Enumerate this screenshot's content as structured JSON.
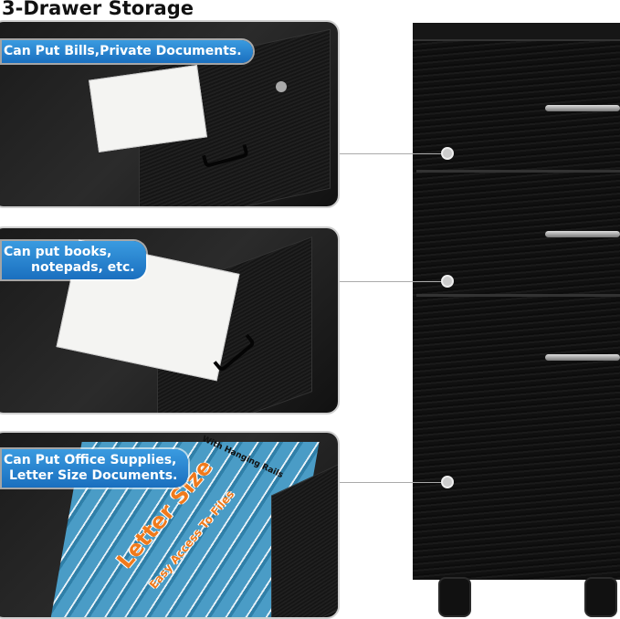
{
  "title": "3-Drawer Storage",
  "panels": [
    {
      "callout": "Can Put Bills,Private Documents."
    },
    {
      "callout_line1": "Can put books,",
      "callout_line2": "notepads, etc."
    },
    {
      "callout_line1": "Can Put Office Supplies,",
      "callout_line2": "Letter Size Documents.",
      "rails_label": "With Hanging Rails",
      "size_label": "Letter Size",
      "access_label": "Easy Access To Files"
    }
  ],
  "colors": {
    "callout_blue": "#2a86d2",
    "accent_orange": "#f07a1c",
    "cabinet": "#111111"
  }
}
